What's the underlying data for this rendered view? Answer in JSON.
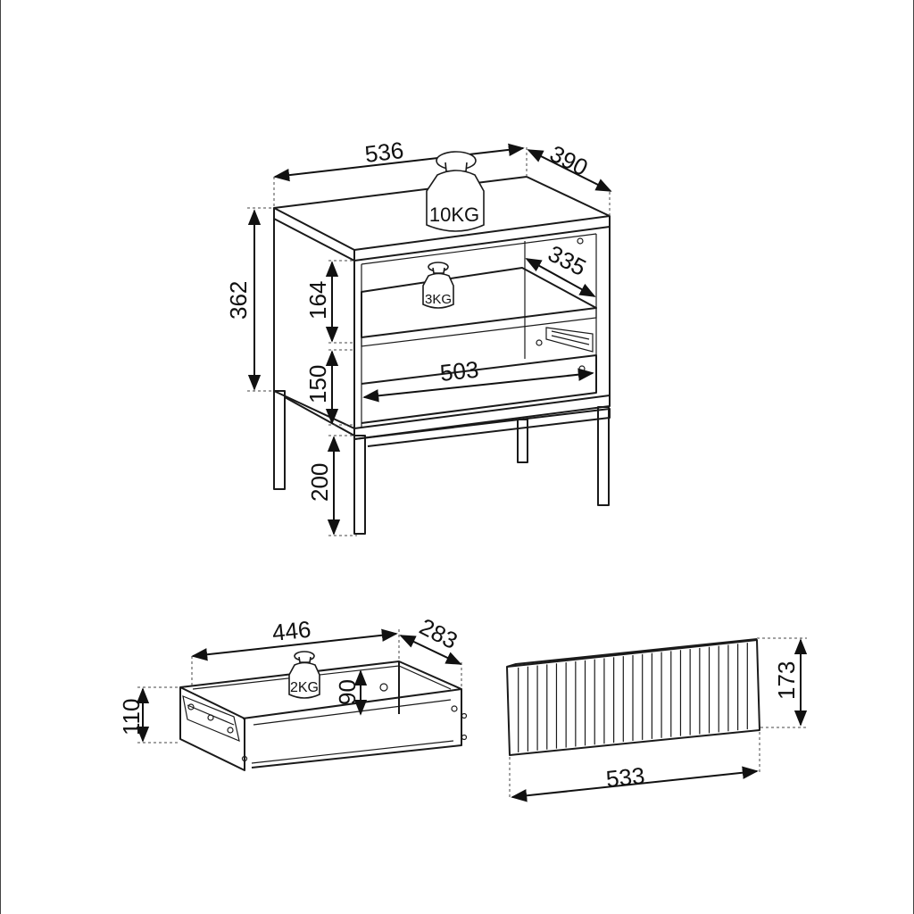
{
  "cabinet": {
    "width": "536",
    "depth": "390",
    "height": "362",
    "upper_compartment": "164",
    "drawer_space": "150",
    "leg_height": "200",
    "shelf_depth": "335",
    "inner_width": "503",
    "top_load": "10KG",
    "shelf_load": "3KG"
  },
  "drawer": {
    "width": "446",
    "depth": "283",
    "height": "110",
    "inner_height": "90",
    "load": "2KG"
  },
  "front_panel": {
    "width": "533",
    "height": "173"
  }
}
